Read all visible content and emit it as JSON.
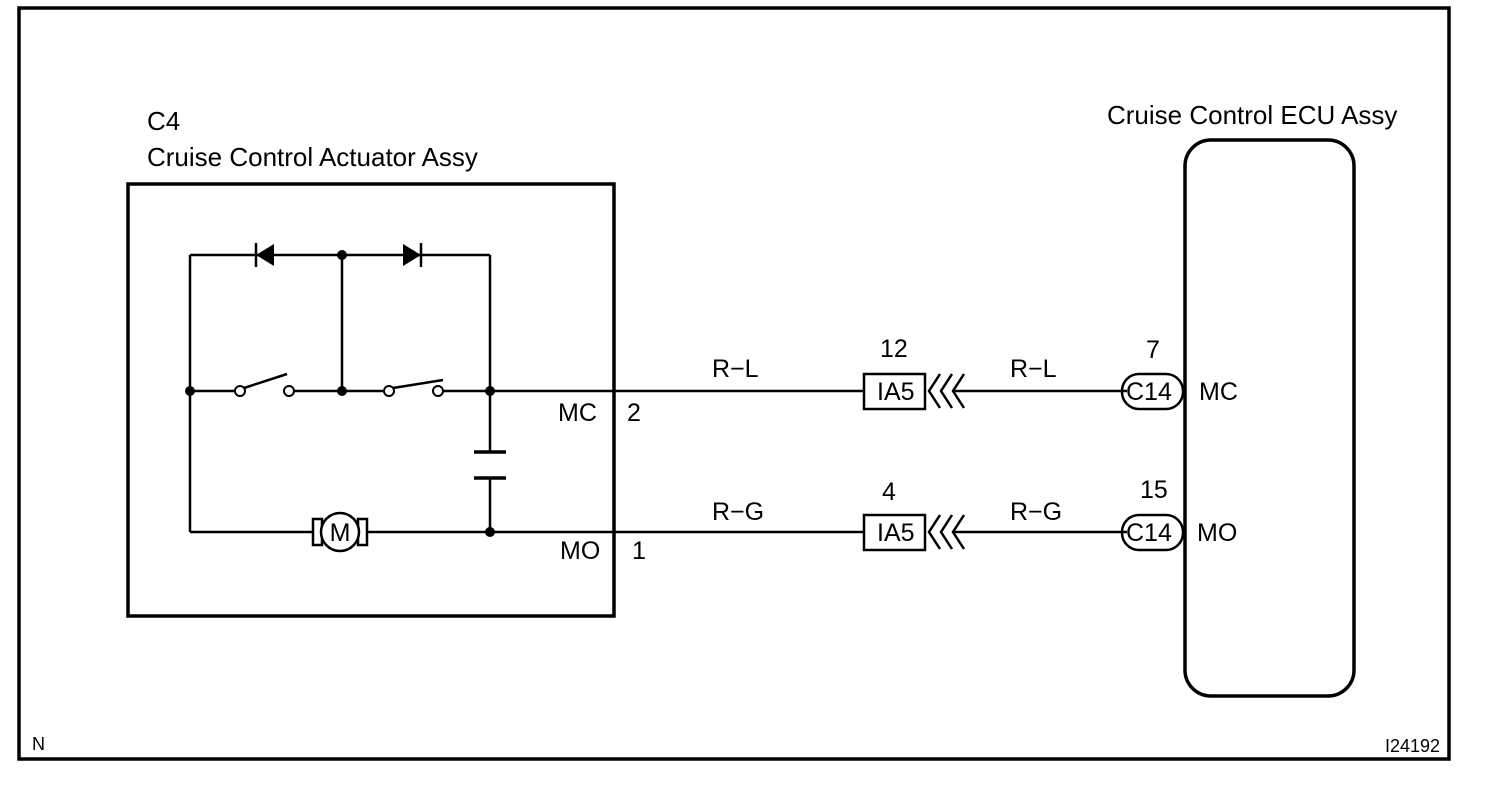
{
  "actuator": {
    "ref": "C4",
    "name": "Cruise Control Actuator Assy",
    "motor_label": "M",
    "terminals": [
      {
        "name": "MC",
        "pin": "2"
      },
      {
        "name": "MO",
        "pin": "1"
      }
    ]
  },
  "ecu": {
    "name": "Cruise Control ECU Assy",
    "terminals": [
      {
        "name": "MC",
        "pin": "7",
        "connector": "C14"
      },
      {
        "name": "MO",
        "pin": "15",
        "connector": "C14"
      }
    ]
  },
  "wires": [
    {
      "color_left": "R−L",
      "color_right": "R−L",
      "junction": "IA5",
      "junction_pin": "12"
    },
    {
      "color_left": "R−G",
      "color_right": "R−G",
      "junction": "IA5",
      "junction_pin": "4"
    }
  ],
  "footer": {
    "left_mark": "N",
    "figure_id": "I24192"
  }
}
